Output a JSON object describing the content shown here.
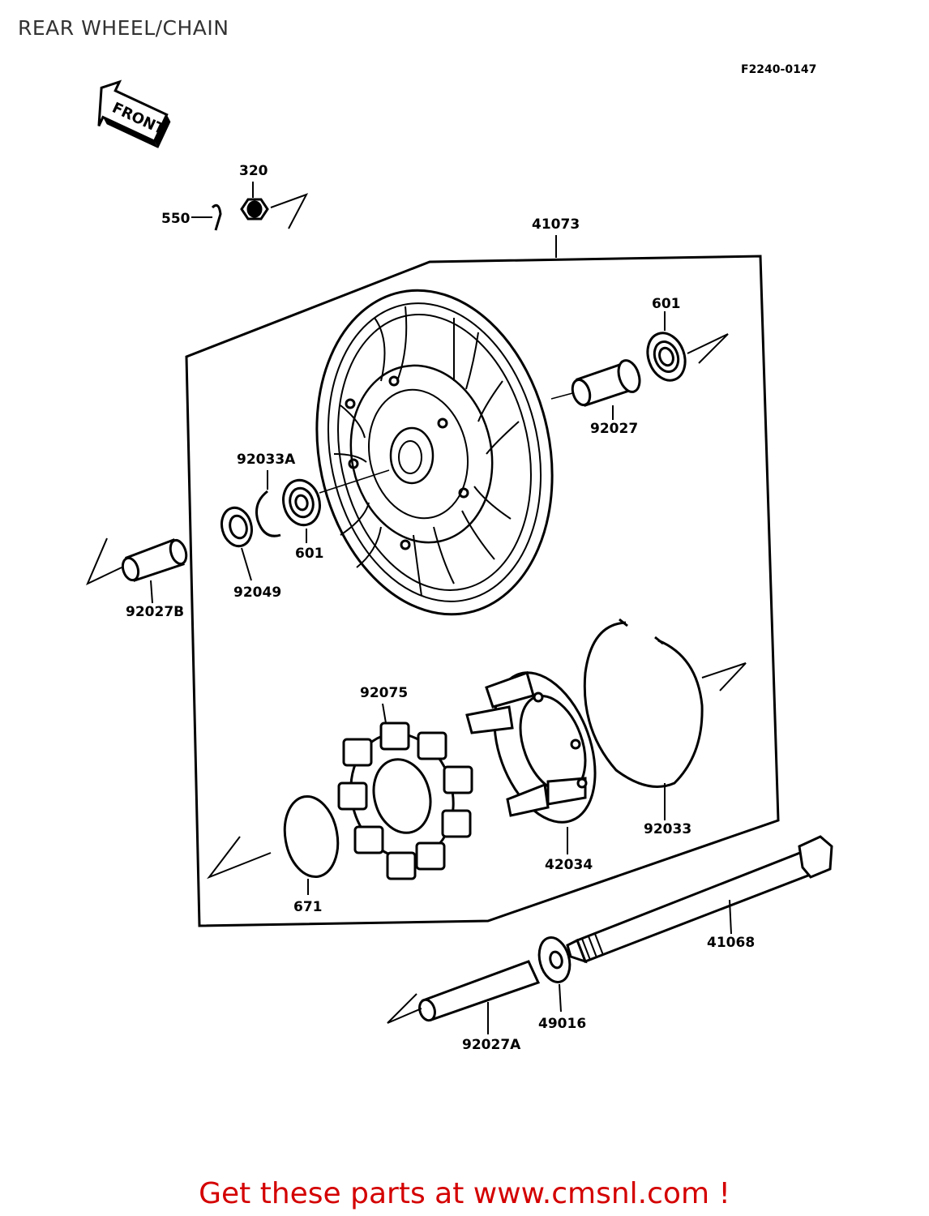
{
  "page": {
    "title": "REAR WHEEL/CHAIN",
    "diagram_code": "F2240-0147",
    "front_badge": "FRONT",
    "promo_text": "Get these parts at www.cmsnl.com !",
    "promo_color": "#d40000"
  },
  "parts": {
    "p320": "320",
    "p550": "550",
    "p41073": "41073",
    "p601_top": "601",
    "p92027": "92027",
    "p92033A": "92033A",
    "p601_left": "601",
    "p92049": "92049",
    "p92027B": "92027B",
    "p92075": "92075",
    "p92033": "92033",
    "p42034": "42034",
    "p671": "671",
    "p41068": "41068",
    "p49016": "49016",
    "p92027A": "92027A"
  }
}
